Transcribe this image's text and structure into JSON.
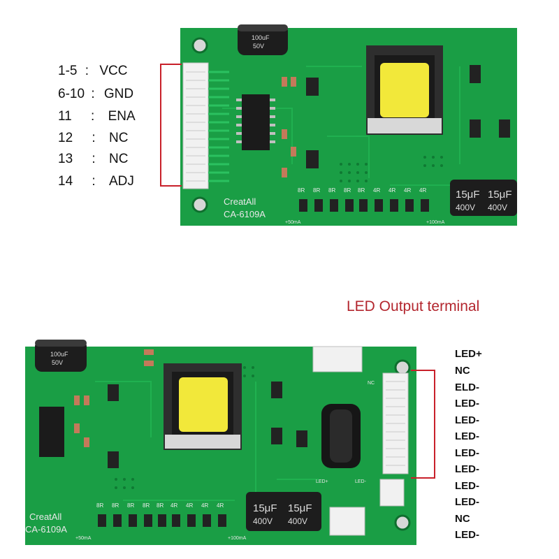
{
  "top_pinout": [
    {
      "pins": "1-5",
      "sep": ":",
      "signal": "VCC"
    },
    {
      "pins": "6-10",
      "sep": ":",
      "signal": "GND"
    },
    {
      "pins": "11",
      "sep": ":",
      "signal": "ENA"
    },
    {
      "pins": "12",
      "sep": ":",
      "signal": "NC"
    },
    {
      "pins": "13",
      "sep": ":",
      "signal": "NC"
    },
    {
      "pins": "14",
      "sep": ":",
      "signal": "ADJ"
    }
  ],
  "board": {
    "brand": "CreatAll",
    "model": "CA-6109A",
    "cap_value": "15μF",
    "cap_voltage": "400V",
    "cap_small_value": "100uF",
    "cap_small_voltage": "50V",
    "current_low": "+50mA",
    "current_high": "+100mA",
    "resistor_label_8r": "8R",
    "resistor_label_4r": "4R",
    "led_plus_silk": "LED+",
    "led_silk": "LED-",
    "nc_silk": "NC"
  },
  "output_title": "LED Output terminal",
  "output_pins": [
    "LED+",
    "NC",
    "ELD-",
    "LED-",
    "LED-",
    "LED-",
    "LED-",
    "LED-",
    "LED-",
    "LED-",
    "NC",
    "LED-"
  ],
  "colors": {
    "pcb": "#1a9e45",
    "pcb_dark": "#12803a",
    "bracket": "#c8202a",
    "transformer": "#f2e83a"
  }
}
